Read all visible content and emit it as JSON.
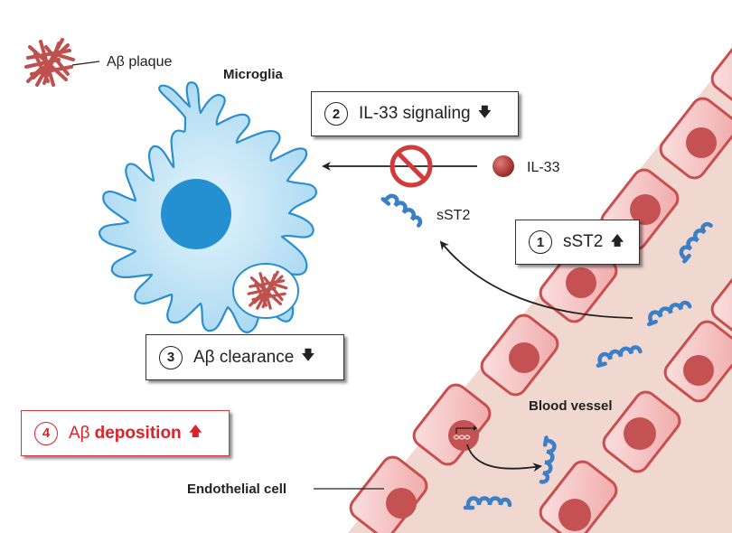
{
  "labels": {
    "plaque": "Aβ plaque",
    "microglia": "Microglia",
    "il33": "IL-33",
    "sst2": "sST2",
    "blood_vessel": "Blood vessel",
    "endothelial_cell": "Endothelial cell"
  },
  "steps": [
    {
      "number": "1",
      "text": "sST2",
      "direction": "up",
      "arrow": "🡅",
      "highlight": false
    },
    {
      "number": "2",
      "text": "IL-33 signaling",
      "direction": "down",
      "arrow": "🡇",
      "highlight": false
    },
    {
      "number": "3",
      "text": "Aβ clearance",
      "direction": "down",
      "arrow": "🡇",
      "highlight": false
    },
    {
      "number": "4",
      "prefix": "Aβ",
      "text": "deposition",
      "direction": "up",
      "arrow": "🡅",
      "highlight": true
    }
  ],
  "icons": {
    "inhibition": "prohibition-sign",
    "ligand": "red-sphere",
    "receptor": "coiled-sst2-protein",
    "gene": "dna-transcription"
  },
  "colors": {
    "microglia_fill": "#bfe3f5",
    "microglia_stroke": "#2a8fd0",
    "nucleus": "#2490d2",
    "plaque": "#c0504d",
    "vessel_lumen": "#f0d7cf",
    "cell_fill": "#f6c3c3",
    "cell_stroke": "#c94f4f",
    "cell_nucleus": "#c55252",
    "sst2": "#3a7fc8",
    "highlight": "#e0202a"
  }
}
